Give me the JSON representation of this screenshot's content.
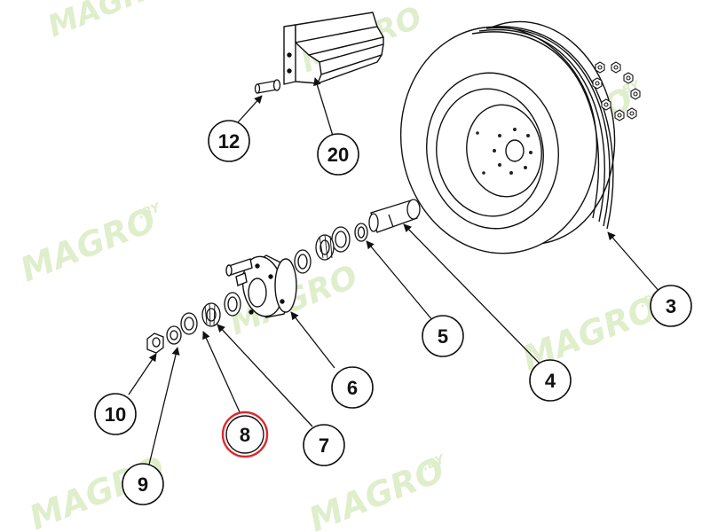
{
  "watermark": {
    "text": "MAGRO",
    "suffix": ".BY",
    "color": "#dfeecb"
  },
  "callouts": [
    {
      "id": "12",
      "label": "12",
      "highlighted": false
    },
    {
      "id": "20",
      "label": "20",
      "highlighted": false
    },
    {
      "id": "3",
      "label": "3",
      "highlighted": false
    },
    {
      "id": "5",
      "label": "5",
      "highlighted": false
    },
    {
      "id": "4",
      "label": "4",
      "highlighted": false
    },
    {
      "id": "6",
      "label": "6",
      "highlighted": false
    },
    {
      "id": "10",
      "label": "10",
      "highlighted": false
    },
    {
      "id": "8",
      "label": "8",
      "highlighted": true
    },
    {
      "id": "7",
      "label": "7",
      "highlighted": false
    },
    {
      "id": "9",
      "label": "9",
      "highlighted": false
    }
  ],
  "colors": {
    "line": "#111111",
    "highlight": "#e0262b",
    "fill": "#ffffff"
  },
  "parts": [
    {
      "name": "tire-wheel"
    },
    {
      "name": "lug-nuts"
    },
    {
      "name": "spindle-axle"
    },
    {
      "name": "inner-bearing-cone"
    },
    {
      "name": "inner-bearing-cup"
    },
    {
      "name": "wheel-hub"
    },
    {
      "name": "outer-bearing-cup"
    },
    {
      "name": "outer-bearing-cone"
    },
    {
      "name": "washer"
    },
    {
      "name": "castle-nut"
    },
    {
      "name": "mounting-bracket"
    },
    {
      "name": "bolt"
    }
  ]
}
